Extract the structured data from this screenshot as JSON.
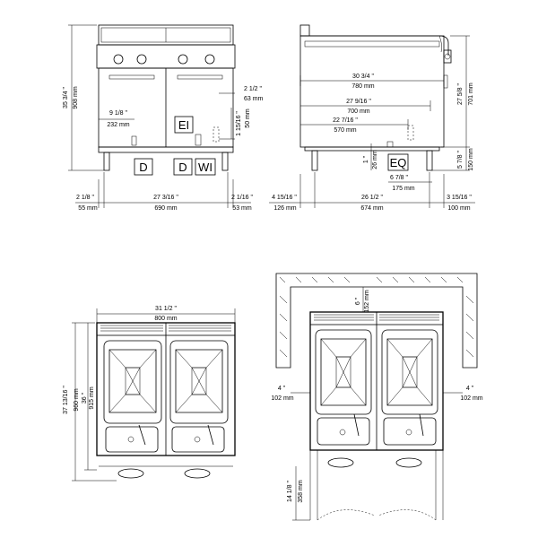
{
  "front_view": {
    "height_in": "35 3/4 \"",
    "height_mm": "908 mm",
    "drain_x_in": "9 1/8 \"",
    "drain_x_mm": "232 mm",
    "side_offset_in": "2 1/2 \"",
    "side_offset_mm": "63 mm",
    "conn_height_in": "1 15/16 \"",
    "conn_height_mm": "50 mm",
    "left_margin_in": "2 1/8 \"",
    "left_margin_mm": "55 mm",
    "width_in": "27 3/16 \"",
    "width_mm": "690 mm",
    "right_margin_in": "2 1/16 \"",
    "right_margin_mm": "53 mm",
    "label_d1": "D",
    "label_ei": "EI",
    "label_d2": "D",
    "label_wi": "WI"
  },
  "side_view": {
    "d780_in": "30 3/4 \"",
    "d780_mm": "780 mm",
    "d700_in": "27 9/16 \"",
    "d700_mm": "700 mm",
    "d570_in": "22 7/16 \"",
    "d570_mm": "570 mm",
    "height701_in": "27 5/8 \"",
    "height701_mm": "701 mm",
    "foot_in": "5 7/8 \"",
    "foot_mm": "150 mm",
    "conn_in": "1 \"",
    "conn_mm": "26 mm",
    "eq_label": "EQ",
    "eq_off_in": "6 7/8 \"",
    "eq_off_mm": "175 mm",
    "left_in": "4 15/16 \"",
    "left_mm": "126 mm",
    "mid_in": "26 1/2 \"",
    "mid_mm": "674 mm",
    "right_in": "3 15/16 \"",
    "right_mm": "100 mm"
  },
  "top_view": {
    "width_in": "31 1/2 \"",
    "width_mm": "800 mm",
    "depth_in": "37 13/16 \"",
    "depth_mm": "960 mm",
    "depth2_in": "36 \"",
    "depth2_mm": "915 mm"
  },
  "installation_view": {
    "top_in": "6 \"",
    "top_mm": "152 mm",
    "left_in": "4 \"",
    "left_mm": "102 mm",
    "right_in": "4 \"",
    "right_mm": "102 mm",
    "door_in": "14 1/8 \"",
    "door_mm": "358 mm"
  }
}
